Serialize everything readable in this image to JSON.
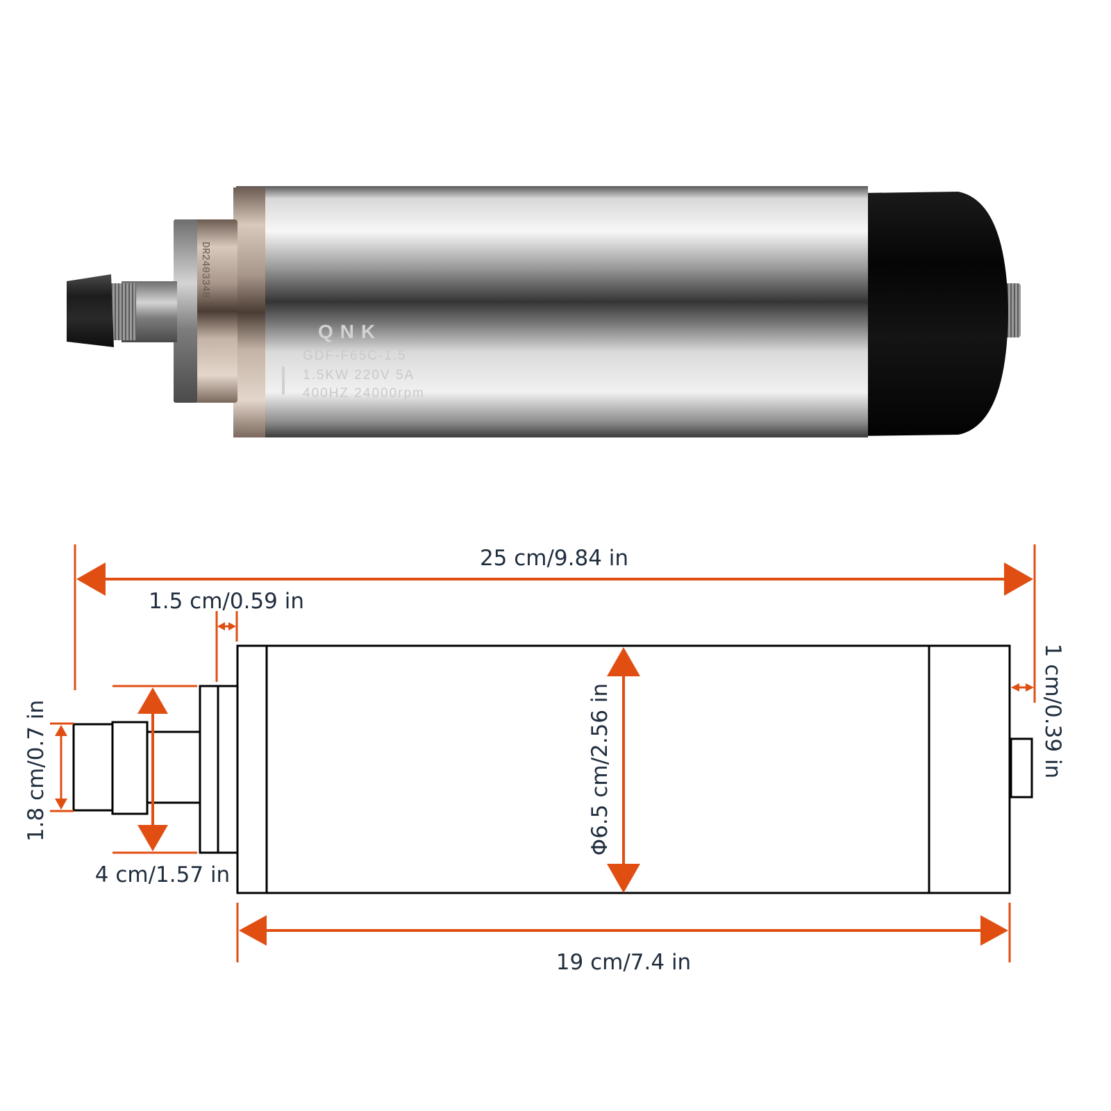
{
  "product_photo": {
    "brand": "QNK",
    "model": "GDF-F65C-1.5",
    "spec_line_1": "1.5KW  220V  5A",
    "spec_line_2": "400HZ  24000rpm",
    "serial": "DR2403348"
  },
  "dimensions": {
    "total_length": "25 cm/9.84 in",
    "flange_thickness": "1.5 cm/0.59 in",
    "body_length": "19 cm/7.4 in",
    "body_diameter": "Φ6.5 cm/2.56 in",
    "collet_diameter": "1.8 cm/0.7 in",
    "nose_diameter": "4 cm/1.57 in",
    "connector_length": "1 cm/0.39 in"
  },
  "colors": {
    "dimension_accent": "#e04e12",
    "label_text": "#1f2d3d",
    "outline": "#000000",
    "motor_cap": "#0c0c0c"
  }
}
